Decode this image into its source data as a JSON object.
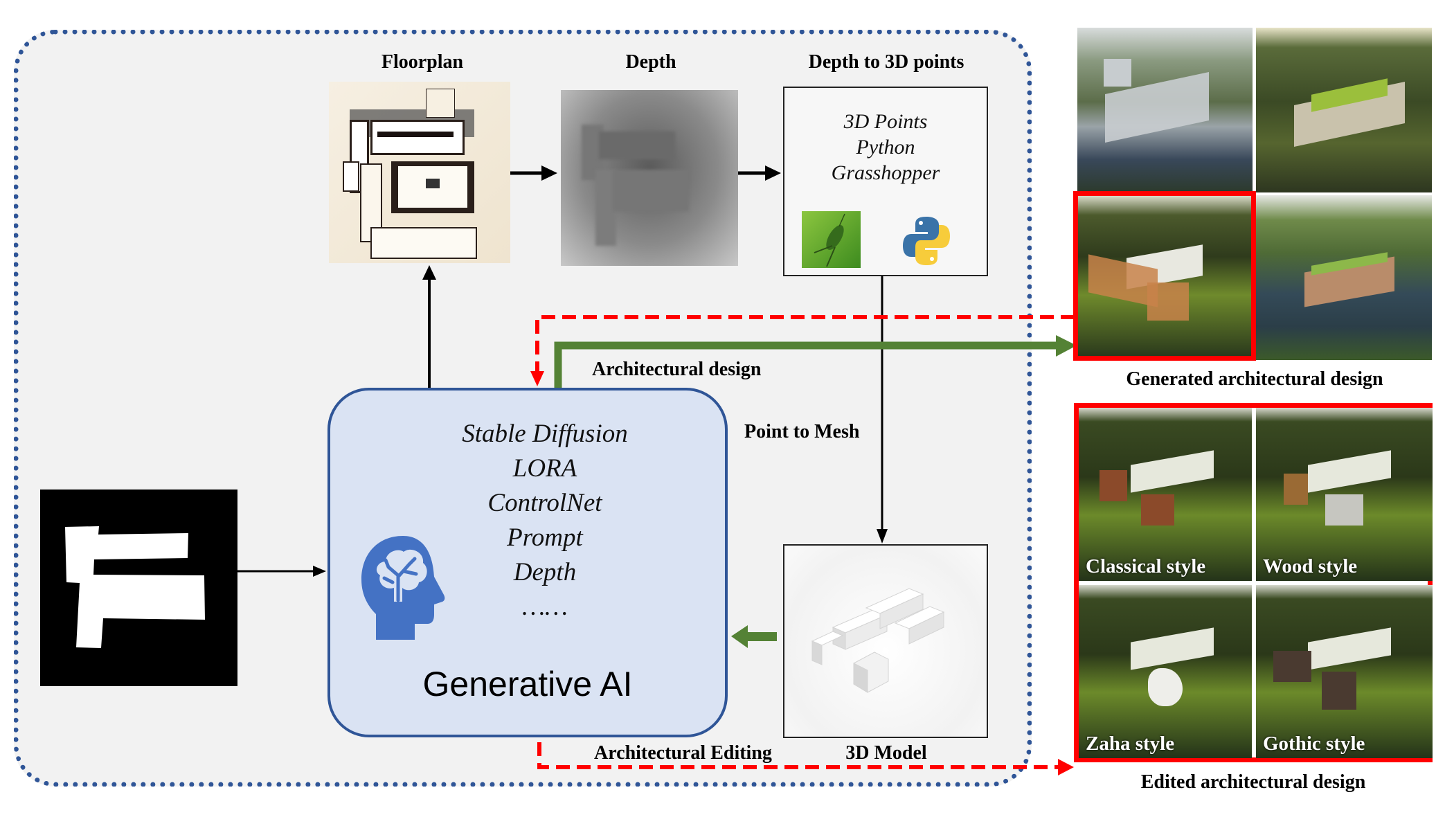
{
  "stages": {
    "floorplan": {
      "title": "Floorplan"
    },
    "depth": {
      "title": "Depth"
    },
    "depth_to_points": {
      "title": "Depth to 3D points",
      "items": [
        "3D Points",
        "Python",
        "Grasshopper"
      ],
      "icons": [
        "grasshopper-icon",
        "python-icon"
      ]
    },
    "point_to_mesh": {
      "label": "Point to Mesh"
    },
    "model_3d": {
      "title": "3D Model"
    }
  },
  "generative_ai": {
    "title": "Generative AI",
    "items": [
      "Stable Diffusion",
      "LORA",
      "ControlNet",
      "Prompt",
      "Depth",
      "……"
    ],
    "icon": "brain-head-icon"
  },
  "flows": {
    "architectural_design": "Architectural design",
    "architectural_editing": "Architectural Editing"
  },
  "colors": {
    "outer_border": "#2f5597",
    "genai_fill": "#dae3f3",
    "genai_border": "#2f5597",
    "design_arrow": "#548235",
    "editing_arrow": "#ff0000",
    "highlight_frame": "#ff0000",
    "panel_bg": "#f2f2f2"
  },
  "generated": {
    "caption": "Generated architectural design",
    "images": [
      {
        "name": "generated-design-1",
        "highlighted": false
      },
      {
        "name": "generated-design-2",
        "highlighted": false
      },
      {
        "name": "generated-design-3",
        "highlighted": true
      },
      {
        "name": "generated-design-4",
        "highlighted": false
      }
    ]
  },
  "edited": {
    "caption": "Edited architectural design",
    "styles": [
      "Classical style",
      "Wood style",
      "Zaha style",
      "Gothic style"
    ]
  }
}
